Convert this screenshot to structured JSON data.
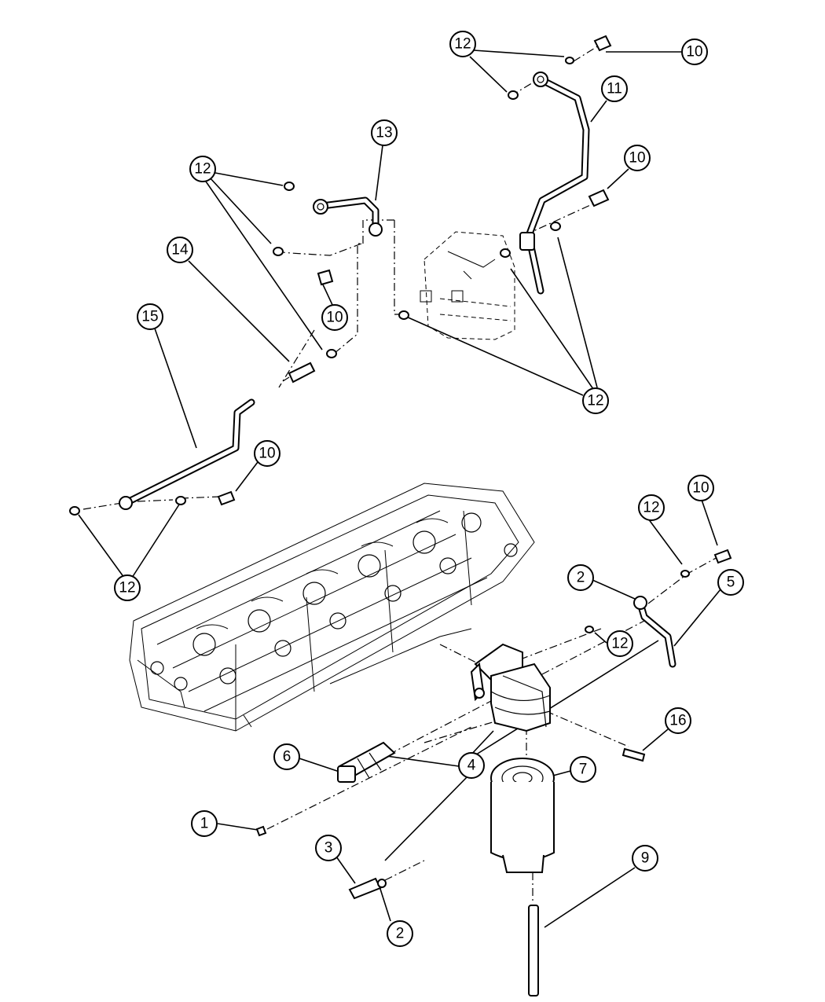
{
  "callouts": {
    "c1": "1",
    "c2a": "2",
    "c2b": "2",
    "c3": "3",
    "c4": "4",
    "c5": "5",
    "c6": "6",
    "c7": "7",
    "c9": "9",
    "c10a": "10",
    "c10b": "10",
    "c10c": "10",
    "c10d": "10",
    "c10e": "10",
    "c11": "11",
    "c12a": "12",
    "c12b": "12",
    "c12c": "12",
    "c12d": "12",
    "c12e": "12",
    "c12f": "12",
    "c13": "13",
    "c14": "14",
    "c15": "15",
    "c16": "16"
  }
}
